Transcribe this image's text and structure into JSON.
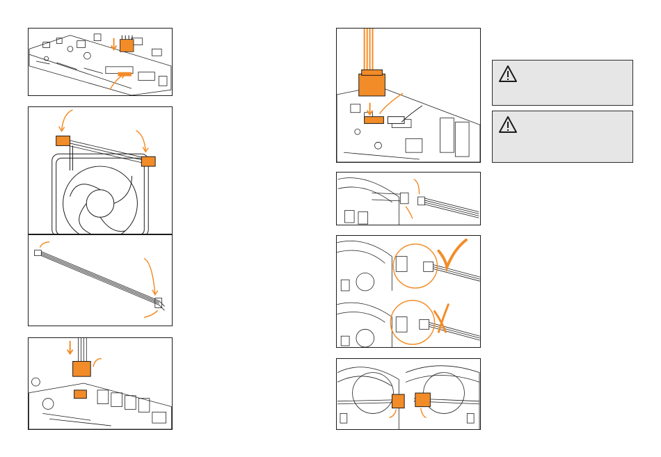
{
  "page": {
    "background": "#ffffff",
    "accent_color": "#f28c28",
    "line_color": "#1a1a1a",
    "warning_box_color": "#e6e6e6"
  },
  "left_column": {
    "figures": [
      {
        "id": "fig-1",
        "depicts": "header-on-motherboard"
      },
      {
        "id": "fig-2",
        "depicts": "fan-with-cable"
      },
      {
        "id": "fig-3",
        "depicts": "extension-cable"
      },
      {
        "id": "fig-4",
        "depicts": "fan-plug-to-header"
      }
    ]
  },
  "right_column": {
    "figures": [
      {
        "id": "fig-5",
        "depicts": "connector-plugged-on-board"
      },
      {
        "id": "fig-6",
        "depicts": "fan-connector-and-cable"
      },
      {
        "id": "fig-7",
        "depicts": "correct-and-wrong-orientation"
      },
      {
        "id": "fig-8",
        "depicts": "daisy-chained-fans"
      }
    ],
    "warnings": [
      {
        "icon": "warning-triangle-icon",
        "text": ""
      },
      {
        "icon": "warning-triangle-icon",
        "text": ""
      }
    ]
  }
}
